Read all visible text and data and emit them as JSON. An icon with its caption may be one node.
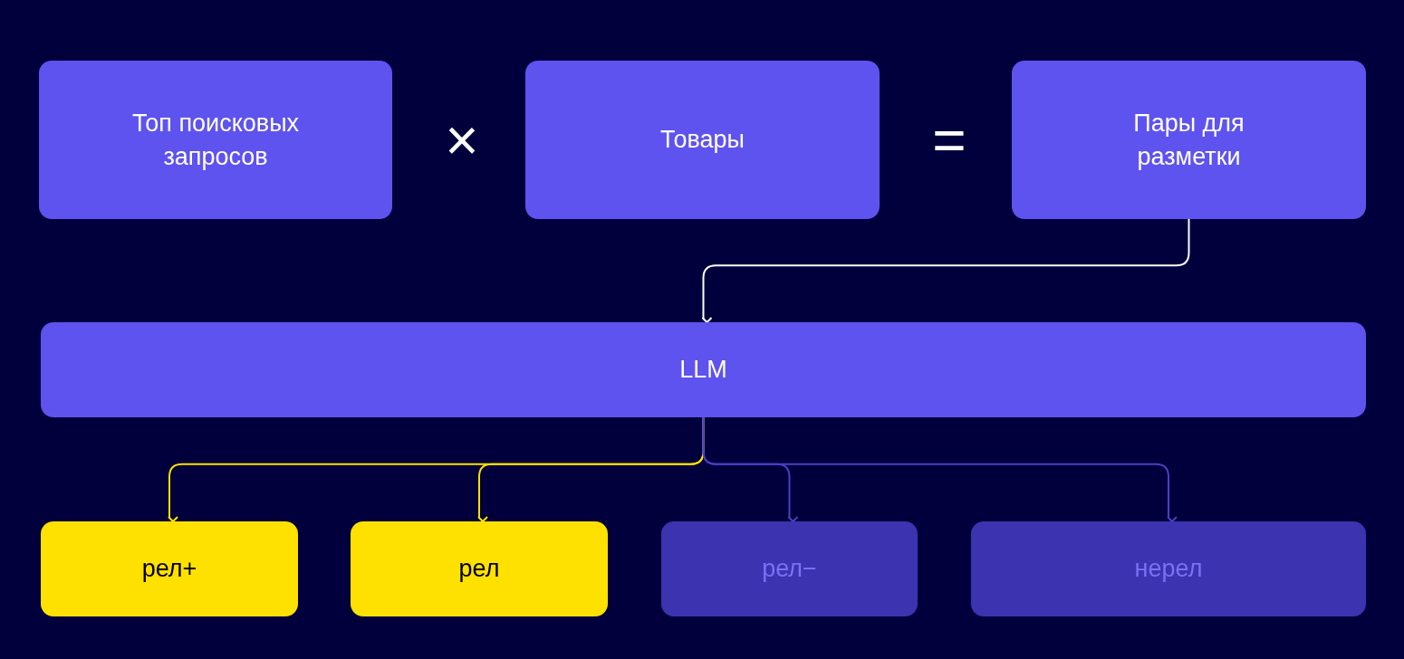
{
  "diagram": {
    "nodes": [
      {
        "text": [
          "Топ поисковых запросов"
        ]
      },
      {
        "text": [
          "Товары"
        ]
      },
      {
        "text": [
          "Пары для разметки"
        ]
      },
      {
        "text": [
          "LLM"
        ]
      },
      {
        "text": [
          "рел+"
        ]
      },
      {
        "text": [
          "рел"
        ]
      },
      {
        "text": [
          "рел−"
        ]
      },
      {
        "text": [
          "нерел"
        ]
      }
    ],
    "edges": [
      {
        "from": 2,
        "to": 3,
        "arrow": "to",
        "color": "#ffffff"
      },
      {
        "from": 3,
        "to": 4,
        "arrow": "to",
        "color": "#ffe100"
      },
      {
        "from": 3,
        "to": 5,
        "arrow": "to",
        "color": "#ffe100"
      },
      {
        "from": 3,
        "to": 6,
        "arrow": "to",
        "color": "#4a3fc4"
      },
      {
        "from": 3,
        "to": 7,
        "arrow": "to",
        "color": "#4a3fc4"
      }
    ],
    "labels": [
      "×",
      "="
    ]
  }
}
